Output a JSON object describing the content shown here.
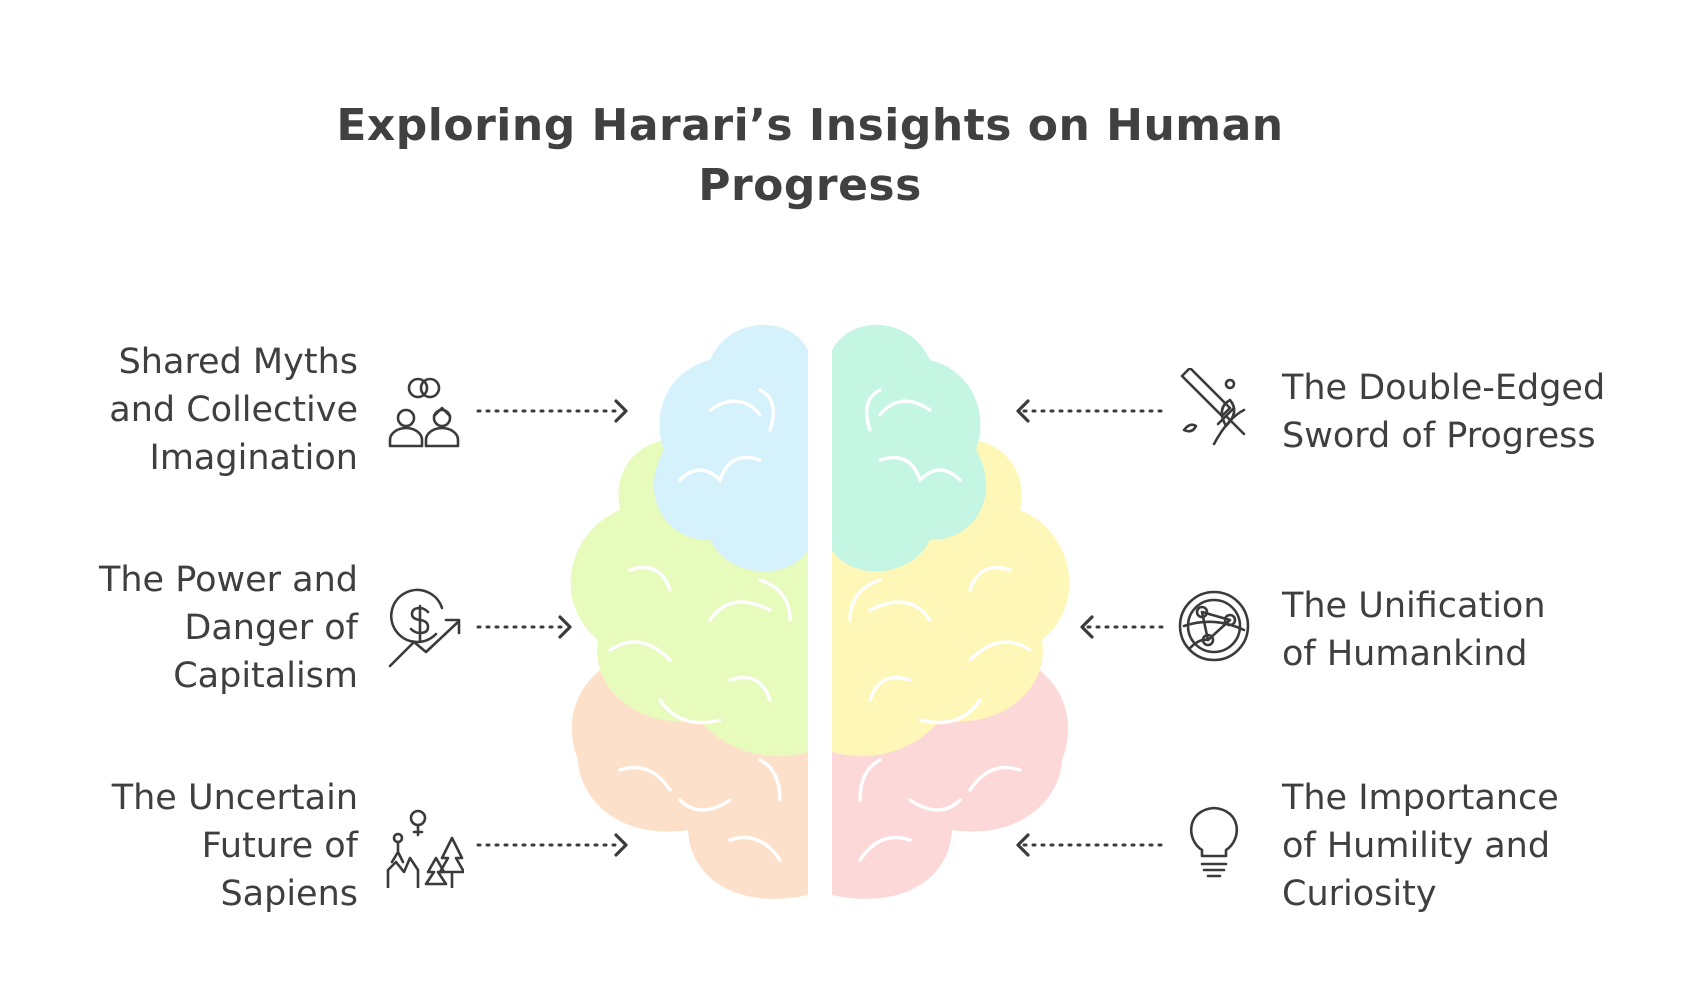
{
  "title": "Exploring Harari’s Insights on Human Progress",
  "items": [
    {
      "lines": [
        "Shared Myths",
        "and Collective",
        "Imagination"
      ],
      "icon": "people-rings-icon"
    },
    {
      "lines": [
        "The Power and",
        "Danger of",
        "Capitalism"
      ],
      "icon": "money-growth-icon"
    },
    {
      "lines": [
        "The Uncertain",
        "Future of",
        "Sapiens"
      ],
      "icon": "people-forest-icon"
    },
    {
      "lines": [
        "The Double-Edged",
        "Sword of Progress"
      ],
      "icon": "sword-plant-icon"
    },
    {
      "lines": [
        "The Unification",
        "of Humankind"
      ],
      "icon": "globe-network-icon"
    },
    {
      "lines": [
        "The Importance",
        "of Humility and",
        "Curiosity"
      ],
      "icon": "lightbulb-icon"
    }
  ],
  "colors": {
    "blue": "#d5f1fc",
    "mint": "#c5f5e3",
    "lime": "#e7fbbd",
    "yellow": "#fff7b8",
    "peach": "#fde0c9",
    "pink": "#fcd9d8",
    "text": "#3b3b3b"
  }
}
